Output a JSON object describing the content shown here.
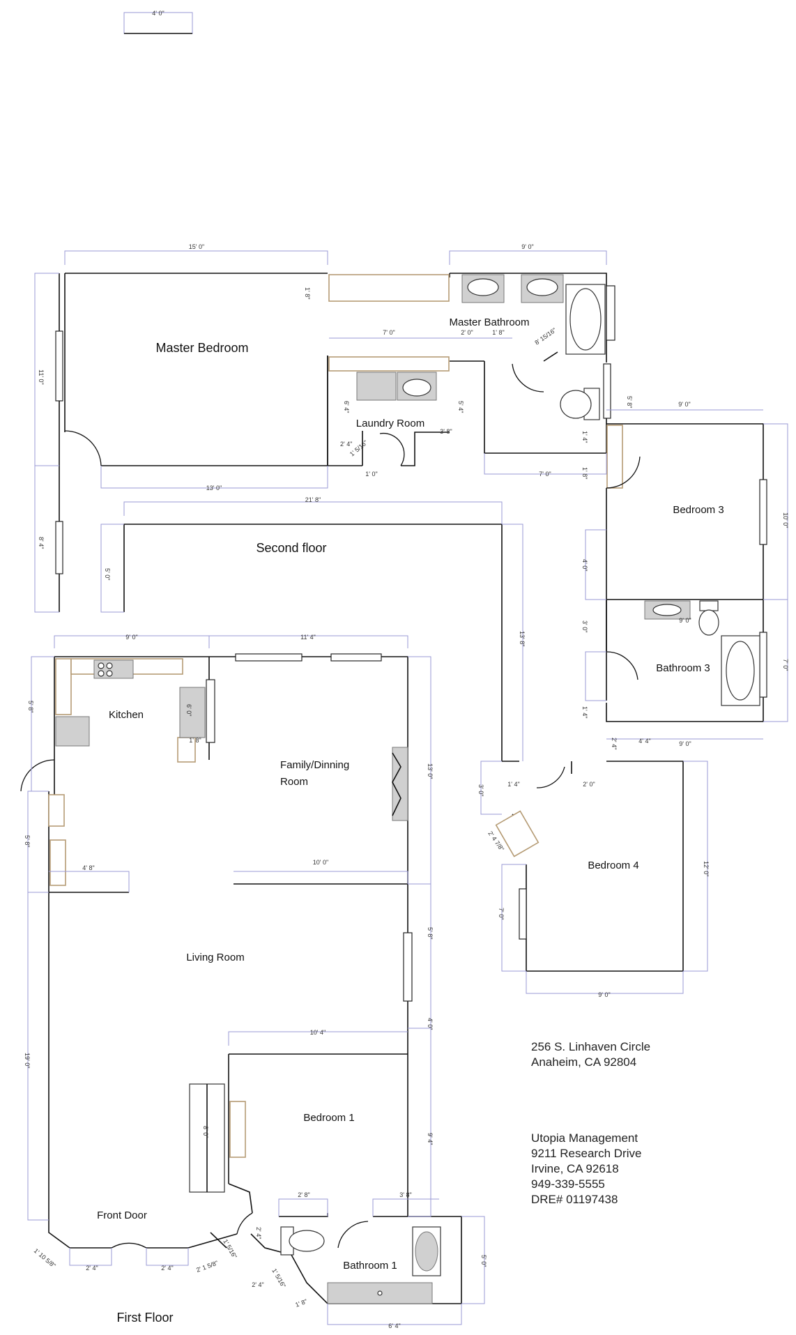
{
  "scale_label": "4' 0\"",
  "rooms": {
    "master_bedroom": "Master Bedroom",
    "master_bathroom": "Master Bathroom",
    "laundry_room": "Laundry Room",
    "bedroom3": "Bedroom 3",
    "bathroom3": "Bathroom 3",
    "bedroom4": "Bedroom 4",
    "second_floor": "Second floor",
    "kitchen": "Kitchen",
    "family_dinning_1": "Family/Dinning",
    "family_dinning_2": "Room",
    "living_room": "Living Room",
    "bedroom1": "Bedroom 1",
    "bathroom1": "Bathroom 1",
    "front_door": "Front Door",
    "first_floor": "First Floor"
  },
  "address": {
    "line1": "256 S. Linhaven Circle",
    "line2": "Anaheim, CA 92804"
  },
  "company": {
    "name": "Utopia Management",
    "street": "9211 Research Drive",
    "city": "Irvine, CA 92618",
    "phone": "949-339-5555",
    "dre": "DRE# 01197438"
  },
  "dims": {
    "d1": "15' 0\"",
    "d2": "9' 0\"",
    "d3": "11' 0\"",
    "d4": "1' 8\"",
    "d5": "7' 0\"",
    "d6": "2' 0\"",
    "d7": "1' 8\"",
    "d8": "8' 15/16\"",
    "d9": "5' 8\"",
    "d10": "9' 0\"",
    "d11": "6' 4\"",
    "d12": "5' 4\"",
    "d13": "2' 4\"",
    "d14": "1' 5/16\"",
    "d15": "3' 8\"",
    "d16": "1' 4\"",
    "d17": "1' 0\"",
    "d18": "13' 0\"",
    "d19": "7' 0\"",
    "d20": "1' 8\"",
    "d21": "10' 0\"",
    "d22": "8' 4\"",
    "d23": "21' 8\"",
    "d24": "5' 0\"",
    "d25": "4' 0\"",
    "d26": "13' 8\"",
    "d27": "3' 0\"",
    "d28": "9' 0\"",
    "d29": "7' 0\"",
    "d30": "1' 4\"",
    "d31": "2' 4\"",
    "d32": "4' 4\"",
    "d33": "9' 0\"",
    "d34": "1' 4\"",
    "d35": "2' 0\"",
    "d36": "3' 0\"",
    "d37": "2' 4 7/8\"",
    "d38": "12' 0\"",
    "d39": "7' 0\"",
    "d40": "9' 0\"",
    "d41": "9' 0\"",
    "d42": "11' 4\"",
    "d43": "5' 8\"",
    "d44": "6' 0\"",
    "d45": "1' 8\"",
    "d46": "13' 0\"",
    "d47": "5' 8\"",
    "d48": "4' 8\"",
    "d49": "10' 0\"",
    "d50": "5' 8\"",
    "d51": "4' 0\"",
    "d52": "19' 0\"",
    "d53": "10' 4\"",
    "d54": "8' 0\"",
    "d55": "9' 4\"",
    "d56": "2' 8\"",
    "d57": "3' 8\"",
    "d58": "2' 4\"",
    "d59": "5' 0\"",
    "d60": "1' 10 5/8\"",
    "d61": "2' 4\"",
    "d62": "2' 4\"",
    "d63": "2' 1 5/8\"",
    "d64": "1' 5/16\"",
    "d65": "2' 4\"",
    "d66": "1' 5/16\"",
    "d67": "1' 8\"",
    "d68": "6' 4\""
  }
}
